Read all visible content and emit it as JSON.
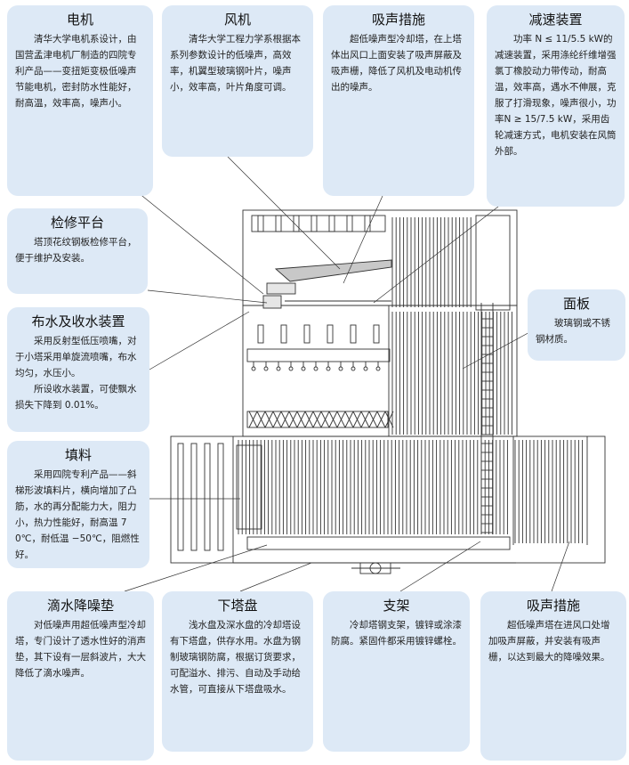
{
  "labels": {
    "motor": {
      "title": "电机",
      "text": "清华大学电机系设计，由国营孟津电机厂制造的四院专利产品——变扭矩变极低噪声节能电机，密封防水性能好，耐高温，效率高，噪声小。"
    },
    "fan": {
      "title": "风机",
      "text": "清华大学工程力学系根据本系列参数设计的低噪声，高效率，机翼型玻璃钢叶片，噪声小，效率高，叶片角度可调。"
    },
    "noise_top": {
      "title": "吸声措施",
      "text": "超低噪声型冷却塔，在上塔体出风口上面安装了吸声屏蔽及吸声栅，降低了风机及电动机传出的噪声。"
    },
    "reducer": {
      "title": "减速装置",
      "text": "功率 N ≤ 11/5.5 kW的减速装置，采用涤纶纤维增强氯丁橡胶动力带传动，耐高温，效率高，遇水不伸展，克服了打滑现象，噪声很小，功率N ≥ 15/7.5 kW，采用齿轮减速方式，电机安装在风筒外部。"
    },
    "platform": {
      "title": "检修平台",
      "text": "塔顶花纹钢板检修平台，便于维护及安装。"
    },
    "panel": {
      "title": "面板",
      "text": "玻璃钢或不锈钢材质。"
    },
    "water": {
      "title": "布水及收水装置",
      "text": "采用反射型低压喷嘴，对于小塔采用单旋流喷嘴，布水均匀，水压小。",
      "text2": "所设收水装置，可使飘水损失下降到 0.01%。"
    },
    "fill": {
      "title": "填料",
      "text": "采用四院专利产品——斜梯形波填料片，横向增加了凸筋，水的再分配能力大，阻力小，热力性能好，耐高温 70℃，耐低温 −50℃，阻燃性好。"
    },
    "pad": {
      "title": "滴水降噪垫",
      "text": "对低噪声用超低噪声型冷却塔，专门设计了透水性好的消声垫，其下设有一层斜波片，大大降低了滴水噪声。"
    },
    "basin": {
      "title": "下塔盘",
      "text": "浅水盘及深水盘的冷却塔设有下塔盘，供存水用。水盘为钢制玻璃钢防腐，根据订货要求，可配溢水、排污、自动及手动给水管，可直接从下塔盘吸水。"
    },
    "support": {
      "title": "支架",
      "text": "冷却塔钢支架，镀锌或涂漆防腐。紧固件都采用镀锌螺栓。"
    },
    "noise_bottom": {
      "title": "吸声措施",
      "text": "超低噪声塔在进风口处增加吸声屏蔽，并安装有吸声栅，以达到最大的降噪效果。"
    }
  },
  "colors": {
    "box_fill": "#dde9f6",
    "line": "#333333",
    "fan_fill": "#c8c8c8"
  }
}
